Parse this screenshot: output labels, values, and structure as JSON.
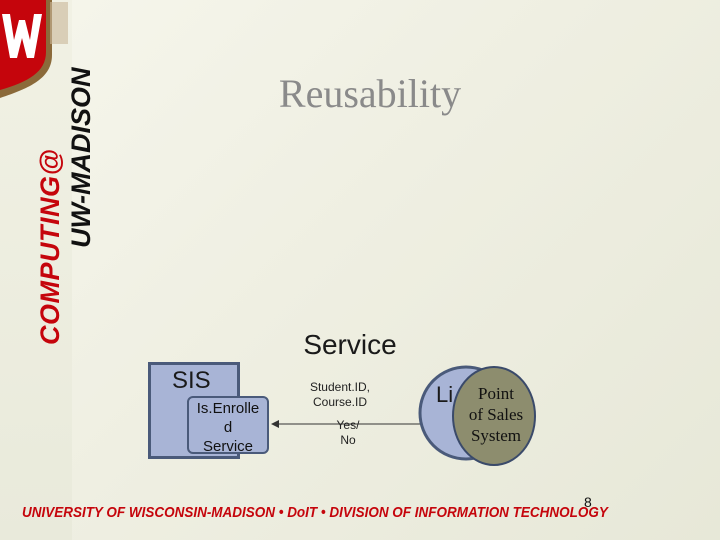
{
  "slide": {
    "title": "Reusability",
    "page_number": "8"
  },
  "branding": {
    "vertical_line1": "COMPUTING@",
    "vertical_line2": "UW-MADISON",
    "footer": "UNIVERSITY OF WISCONSIN-MADISON • DoIT • DIVISION OF INFORMATION TECHNOLOGY",
    "colors": {
      "red": "#c5050c",
      "dark": "#111111"
    },
    "crest_icon": "crest-icon"
  },
  "diagram": {
    "service_label": "Service",
    "sis_label": "SIS",
    "enrolled_service": [
      "Is.Enrolle",
      "d",
      "Service"
    ],
    "request_label": [
      "Student.ID,",
      "Course.ID"
    ],
    "response_label": [
      "Yes/",
      "No"
    ],
    "library_label": "Li",
    "pos_label": [
      "Point",
      "of Sales",
      "System"
    ],
    "colors": {
      "box_fill": "#a8b4d6",
      "box_border": "#4a5a7a",
      "pos_fill": "#8d8d6e",
      "pos_border": "#3a4a6a"
    }
  }
}
